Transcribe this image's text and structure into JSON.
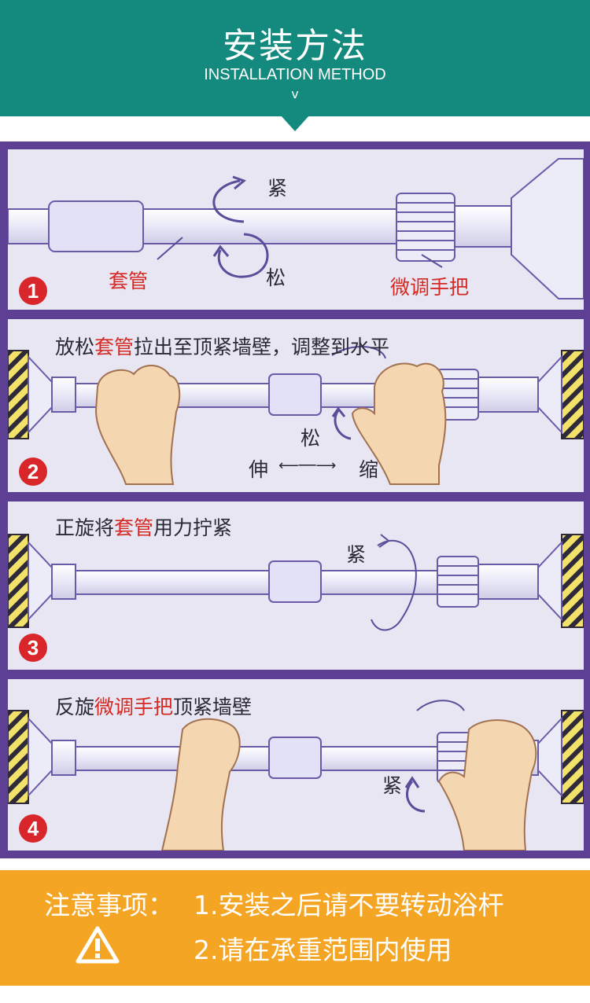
{
  "header": {
    "title": "安装方法",
    "subtitle": "INSTALLATION METHOD",
    "chevron": "v"
  },
  "colors": {
    "header_bg": "#138a7d",
    "board_frame": "#5d3f93",
    "panel_bg": "#e7e6f2",
    "highlight_red": "#d42a23",
    "footer_bg": "#f5a524"
  },
  "steps": [
    {
      "number": "1",
      "labels": {
        "tighten": "紧",
        "loosen": "松",
        "sleeve": "套管",
        "adjust_handle": "微调手把"
      }
    },
    {
      "number": "2",
      "instruction": {
        "prefix": "放松",
        "highlight": "套管",
        "suffix": "拉出至顶紧墙壁，调整到水平"
      },
      "labels": {
        "loosen": "松",
        "extend": "伸",
        "arrow": "⟵──⟶",
        "retract": "缩"
      }
    },
    {
      "number": "3",
      "instruction": {
        "prefix": "正旋将",
        "highlight": "套管",
        "suffix": "用力拧紧"
      },
      "labels": {
        "tighten": "紧"
      }
    },
    {
      "number": "4",
      "instruction": {
        "prefix": "反旋",
        "highlight": "微调手把",
        "suffix": "顶紧墙壁"
      },
      "labels": {
        "tighten": "紧"
      }
    }
  ],
  "notes": {
    "label": "注意事项：",
    "items": [
      "1.安装之后请不要转动浴杆",
      "2.请在承重范围内使用"
    ],
    "icon": "warning-triangle-icon"
  }
}
